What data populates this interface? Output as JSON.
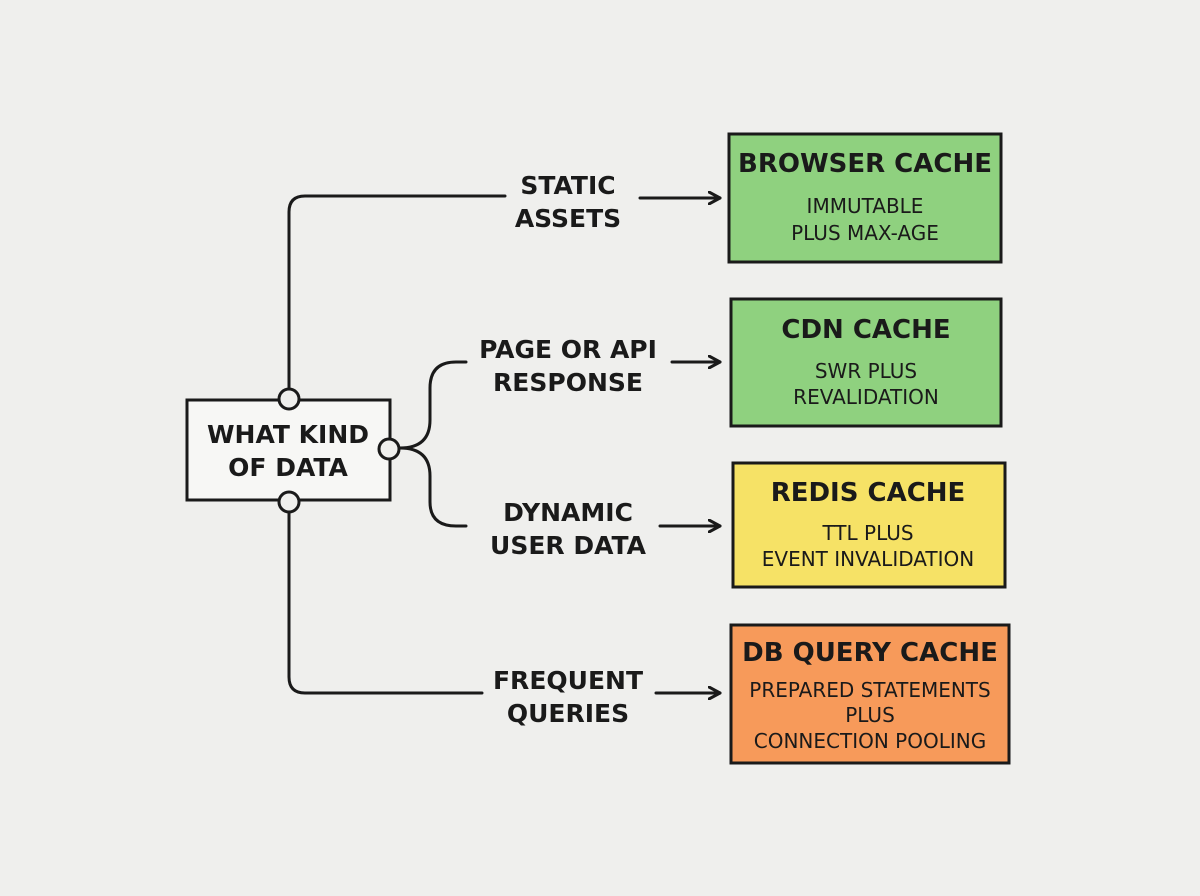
{
  "root": {
    "lines": [
      "WHAT KIND",
      "OF DATA"
    ]
  },
  "branches": [
    {
      "label_lines": [
        "STATIC",
        "ASSETS"
      ],
      "box_title": "BROWSER CACHE",
      "box_lines": [
        "IMMUTABLE",
        "PLUS MAX-AGE"
      ],
      "color": "#8fd17f"
    },
    {
      "label_lines": [
        "PAGE OR API",
        "RESPONSE"
      ],
      "box_title": "CDN CACHE",
      "box_lines": [
        "SWR PLUS",
        "REVALIDATION"
      ],
      "color": "#8fd17f"
    },
    {
      "label_lines": [
        "DYNAMIC",
        "USER DATA"
      ],
      "box_title": "REDIS CACHE",
      "box_lines": [
        "TTL PLUS",
        "EVENT INVALIDATION"
      ],
      "color": "#f6e266"
    },
    {
      "label_lines": [
        "FREQUENT",
        "QUERIES"
      ],
      "box_title": "DB QUERY CACHE",
      "box_lines": [
        "PREPARED STATEMENTS",
        "PLUS",
        "CONNECTION POOLING"
      ],
      "color": "#f79a5a"
    }
  ]
}
